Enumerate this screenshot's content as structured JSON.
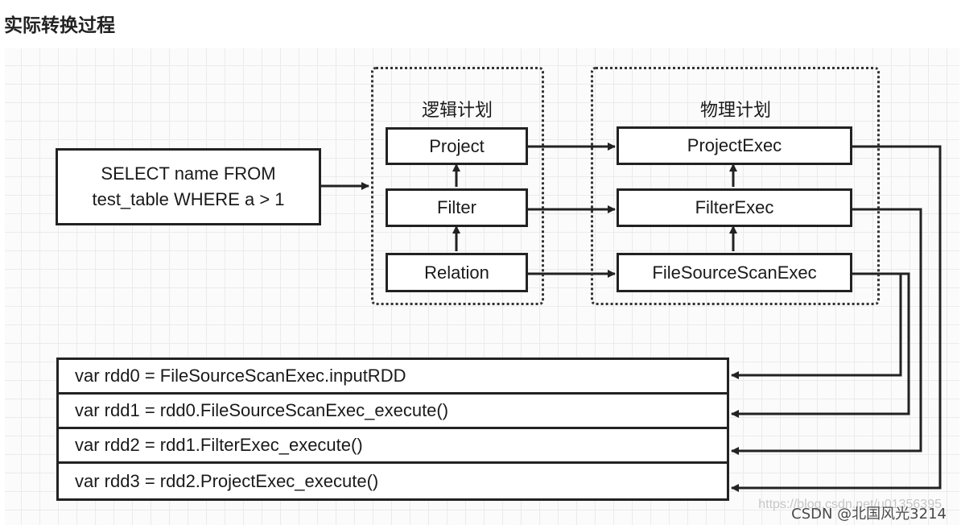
{
  "page_title": "实际转换过程",
  "sql_box": {
    "line1": "SELECT name FROM",
    "line2": "test_table WHERE a > 1"
  },
  "logical_plan": {
    "title": "逻辑计划",
    "nodes": [
      "Project",
      "Filter",
      "Relation"
    ]
  },
  "physical_plan": {
    "title": "物理计划",
    "nodes": [
      "ProjectExec",
      "FilterExec",
      "FileSourceScanExec"
    ]
  },
  "code_lines": [
    "var rdd0 = FileSourceScanExec.inputRDD",
    "var rdd1 = rdd0.FileSourceScanExec_execute()",
    "var rdd2 = rdd1.FilterExec_execute()",
    "var rdd3 = rdd2.ProjectExec_execute()"
  ],
  "watermark": {
    "url": "https://blog.csdn.net/u01356395",
    "credit": "CSDN @北国风光3214"
  },
  "colors": {
    "line": "#222222",
    "grid": "#ebebeb",
    "box_fill": "#ffffff"
  }
}
